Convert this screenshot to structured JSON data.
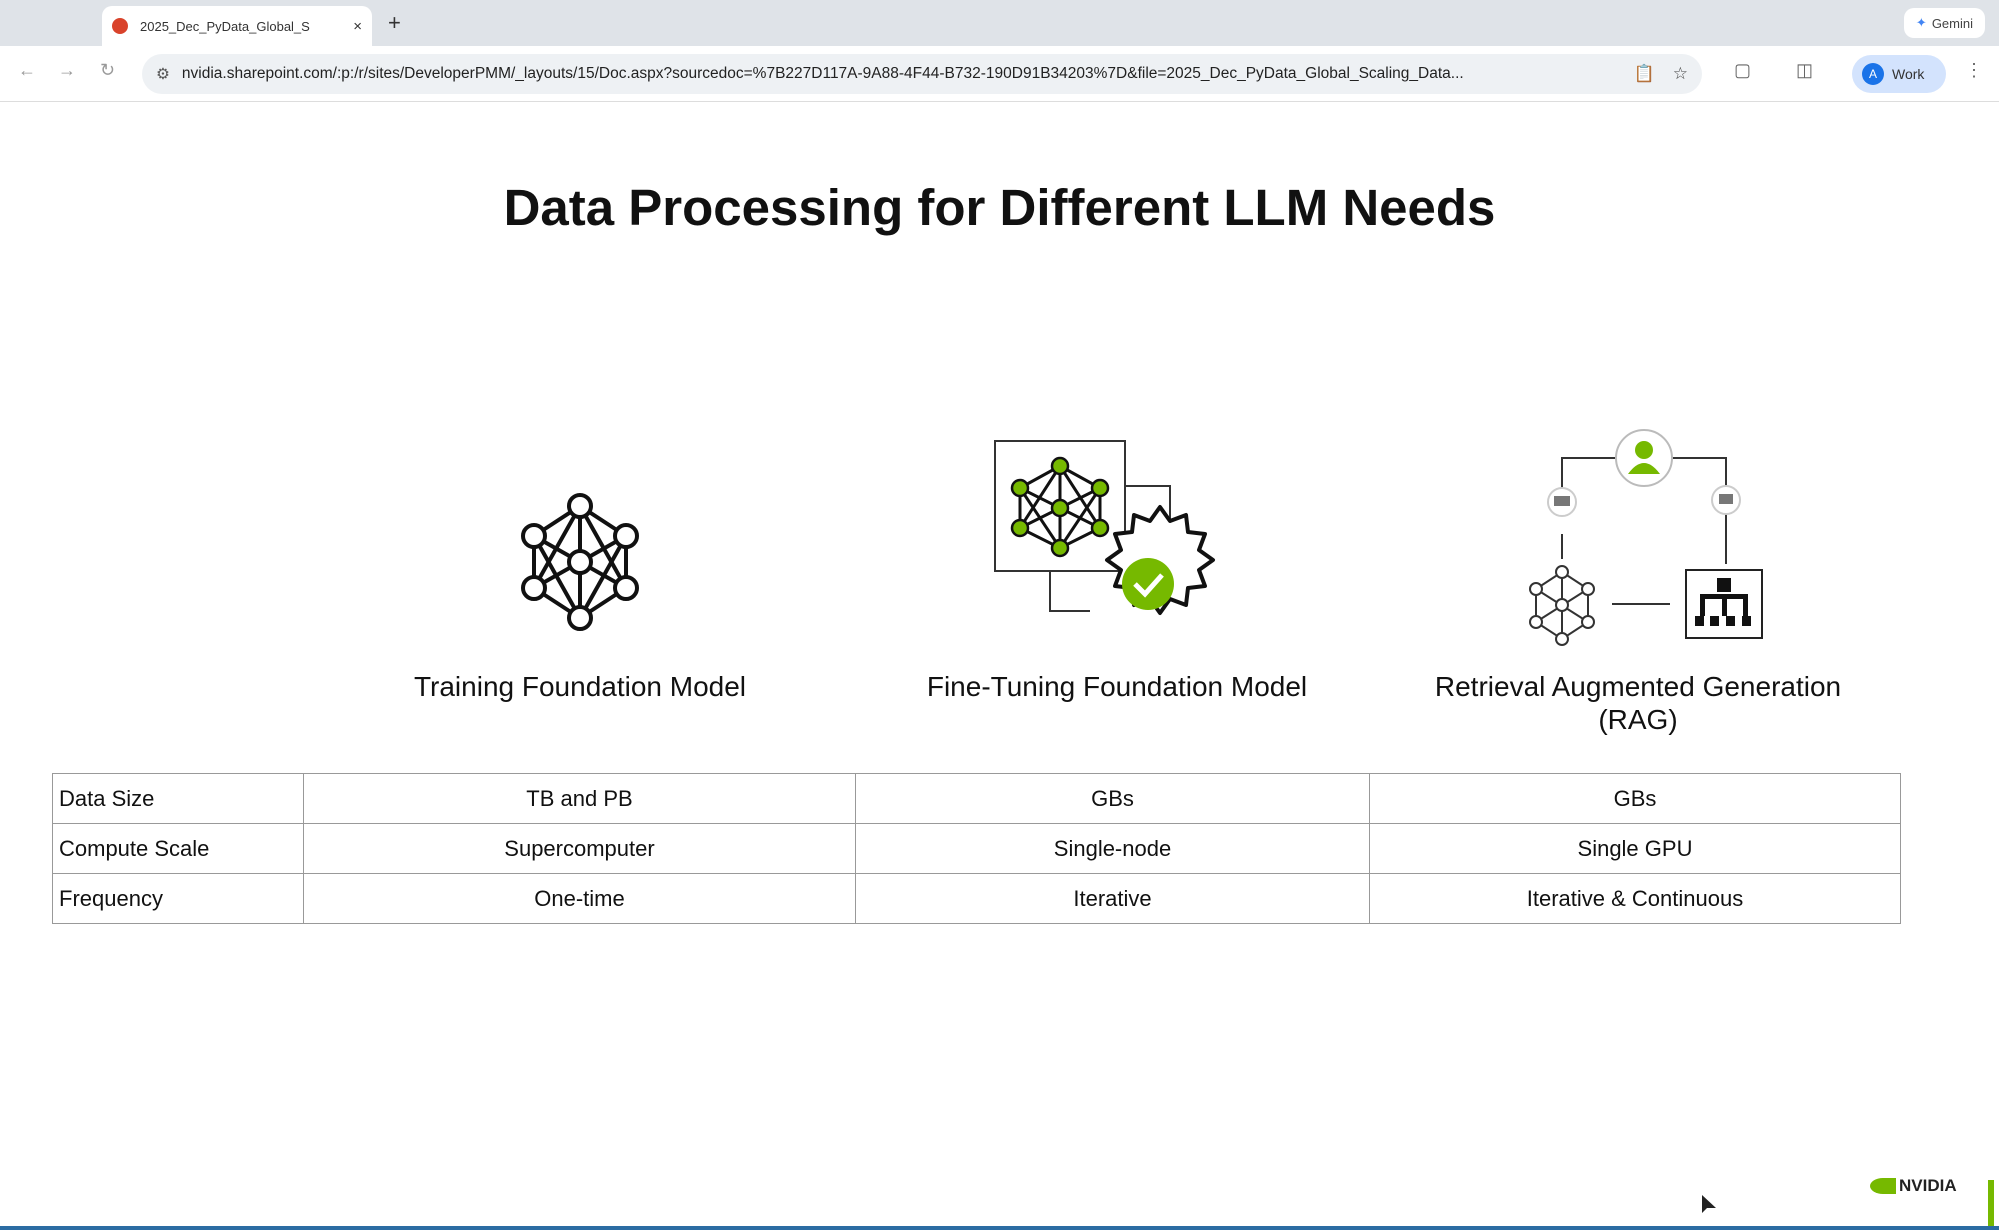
{
  "browser": {
    "tab_title": "2025_Dec_PyData_Global_S",
    "new_tab": "+",
    "close": "×",
    "gemini_label": "Gemini",
    "url": "nvidia.sharepoint.com/:p:/r/sites/DeveloperPMM/_layouts/15/Doc.aspx?sourcedoc=%7B227D117A-9A88-4F44-B732-190D91B34203%7D&file=2025_Dec_PyData_Global_Scaling_Data...",
    "profile_initial": "A",
    "profile_label": "Work"
  },
  "slide": {
    "title": "Data Processing for Different LLM Needs",
    "columns": [
      {
        "label": "Training Foundation Model",
        "icon": "neural-network-icon"
      },
      {
        "label": "Fine-Tuning Foundation Model",
        "icon": "fine-tuning-gear-icon"
      },
      {
        "label": "Retrieval Augmented Generation (RAG)",
        "icon": "rag-diagram-icon"
      }
    ],
    "table": [
      [
        "Data Size",
        "TB and PB",
        "GBs",
        "GBs"
      ],
      [
        "Compute Scale",
        "Supercomputer",
        "Single-node",
        "Single GPU"
      ],
      [
        "Frequency",
        "One-time",
        "Iterative",
        "Iterative & Continuous"
      ]
    ],
    "logo": "NVIDIA",
    "accent": "#76b900"
  }
}
